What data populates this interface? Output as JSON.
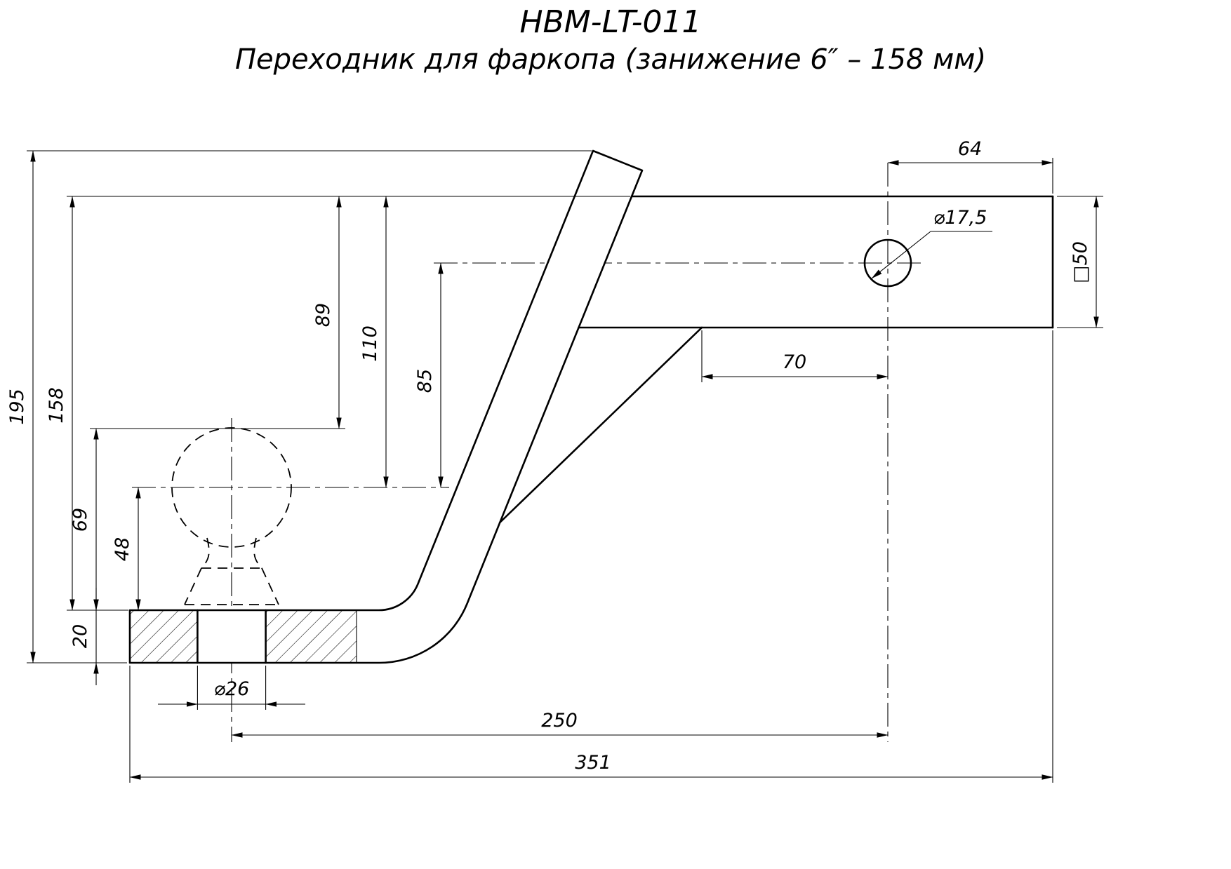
{
  "title": {
    "model": "HBM-LT-011",
    "subtitle": "Переходник для фаркопа  (занижение 6″ – 158 мм)"
  },
  "dimensions": {
    "overall_height": "195",
    "drop_height": "158",
    "tube_top_to_ball_top": "89",
    "tube_top_to_ball_center": "110",
    "hole_center_to_ball_center": "85",
    "ball_top_to_plate_top": "69",
    "ball_center_to_plate_top": "48",
    "plate_thickness": "20",
    "pin_hole_to_tube_end": "64",
    "pin_hole_diameter": "⌀17,5",
    "tube_section": "□50",
    "pin_hole_to_gusset": "70",
    "ball_hole_diameter": "⌀26",
    "ball_to_pin_hole": "250",
    "overall_length": "351"
  }
}
